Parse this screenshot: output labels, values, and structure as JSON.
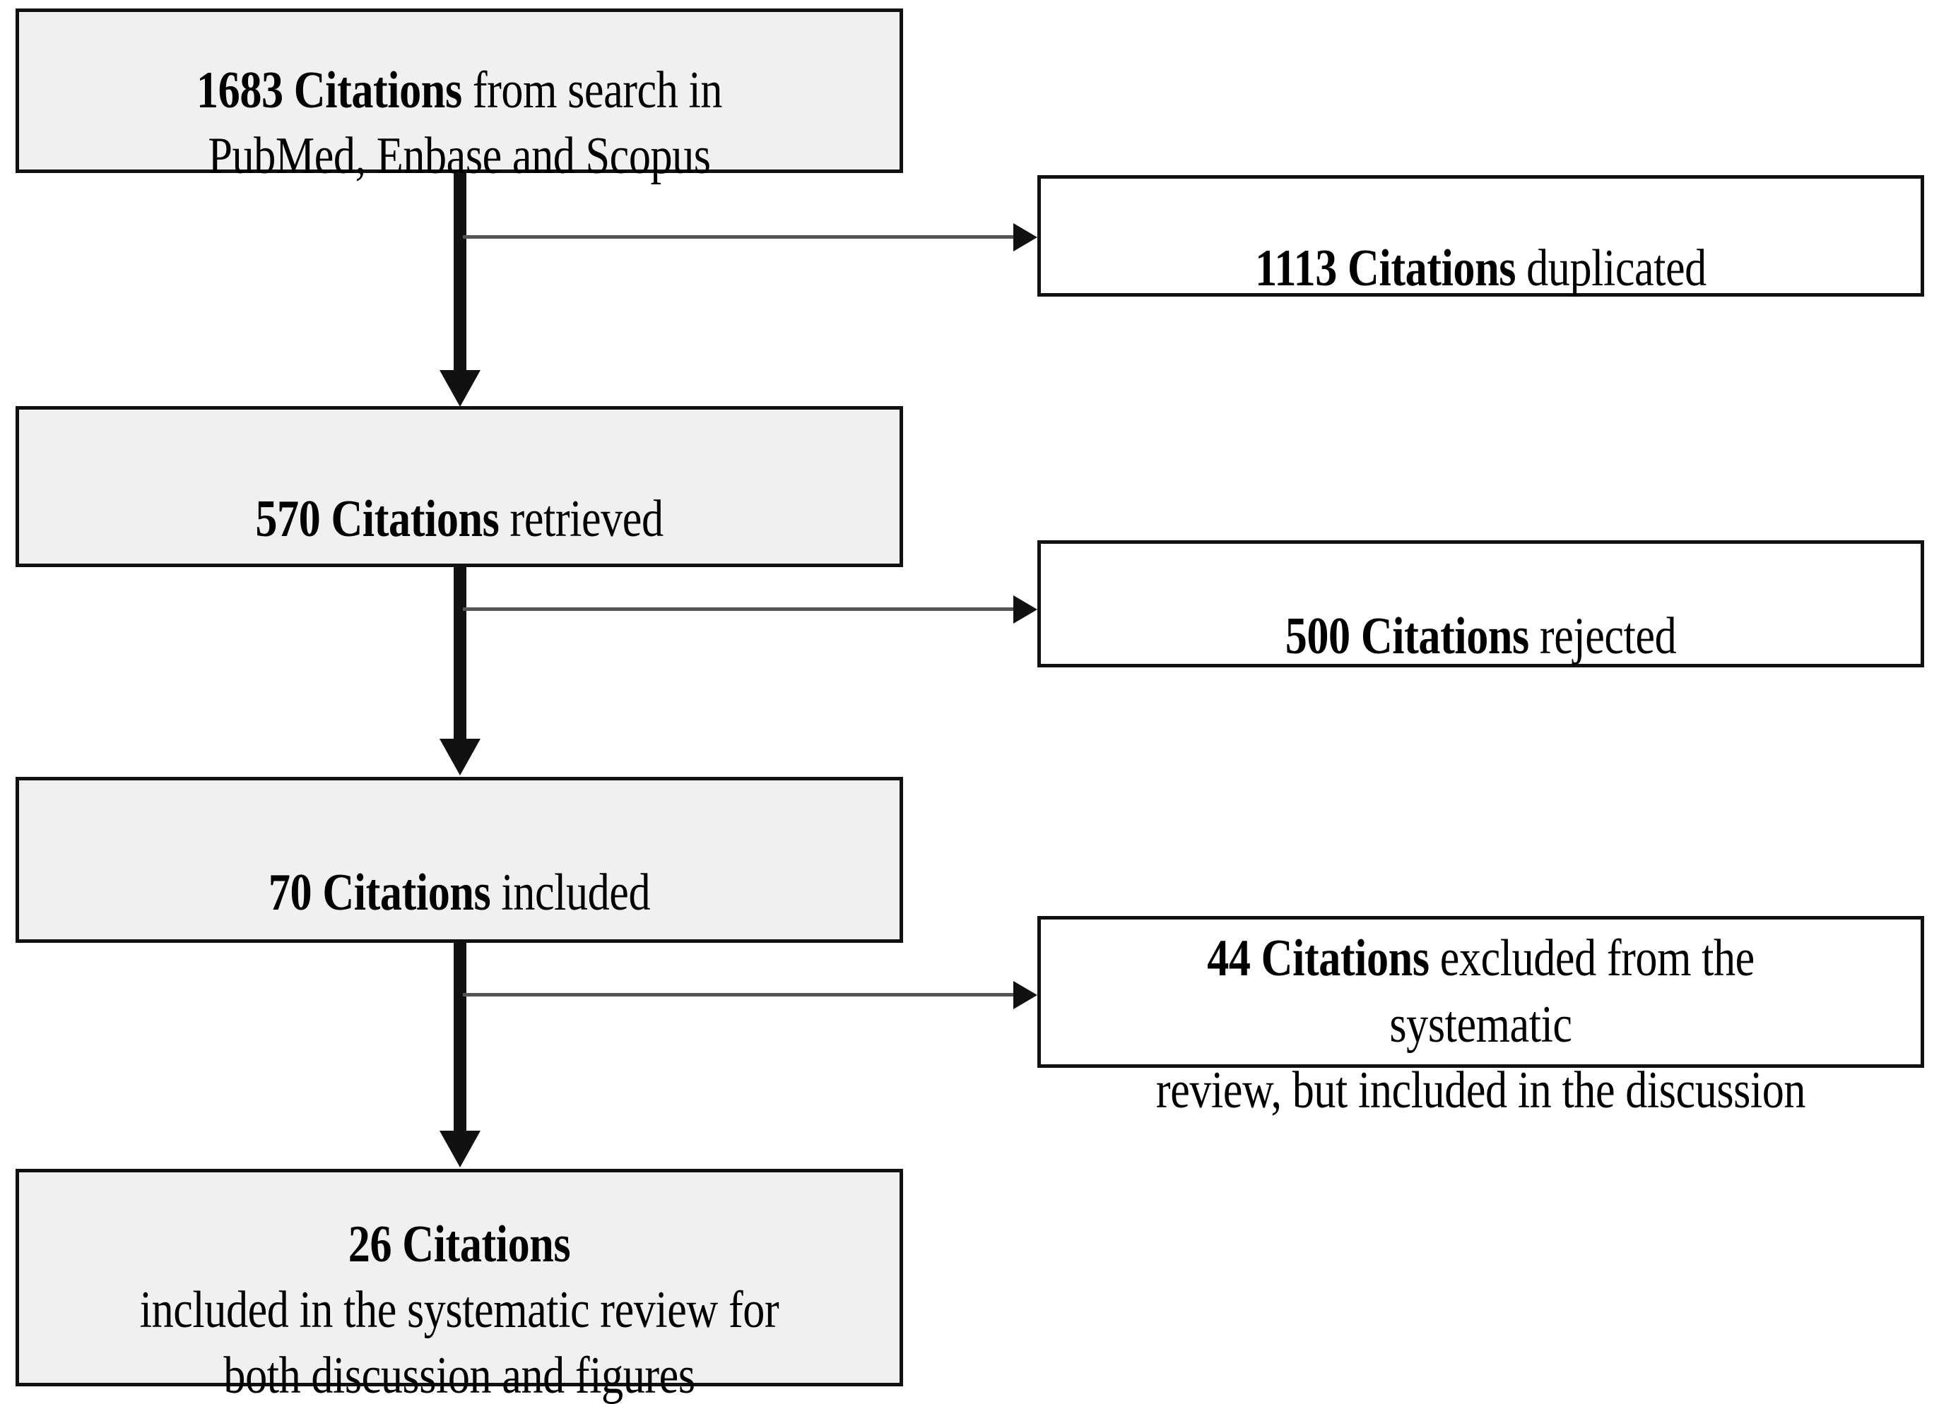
{
  "diagram": {
    "type": "prisma-flow-diagram",
    "background_color": "#ffffff",
    "main_box_fill": "#f0f0f0",
    "side_box_fill": "#ffffff",
    "border_color": "#111111",
    "arrow_color": "#111111"
  },
  "main_flow": [
    {
      "id": "search",
      "count": "1683",
      "bold_text": "1683 Citations",
      "rest_text": " from search in\nPubMed, Enbase and Scopus",
      "full_text": "1683 Citations from search in PubMed, Enbase and Scopus"
    },
    {
      "id": "retrieved",
      "count": "570",
      "bold_text": "570 Citations",
      "rest_text": " retrieved",
      "full_text": "570 Citations retrieved"
    },
    {
      "id": "included",
      "count": "70",
      "bold_text": "70 Citations",
      "rest_text": " included",
      "full_text": "70 Citations included"
    },
    {
      "id": "final",
      "count": "26",
      "bold_text": "26 Citations",
      "rest_text": "\nincluded in the systematic review for\nboth discussion and figures",
      "full_text": "26 Citations included in the systematic review for both discussion and figures"
    }
  ],
  "side_flow": [
    {
      "id": "duplicated",
      "count": "1113",
      "bold_text": "1113 Citations",
      "rest_text": " duplicated",
      "full_text": "1113 Citations duplicated"
    },
    {
      "id": "rejected",
      "count": "500",
      "bold_text": "500 Citations",
      "rest_text": " rejected",
      "full_text": "500 Citations rejected"
    },
    {
      "id": "excluded",
      "count": "44",
      "bold_text": "44 Citations",
      "rest_text": " excluded from the systematic\nreview, but included in the discussion",
      "full_text": "44 Citations excluded from the systematic review, but included in the discussion"
    }
  ]
}
